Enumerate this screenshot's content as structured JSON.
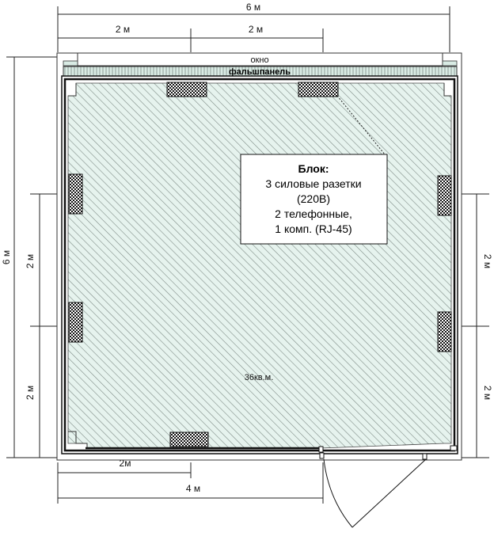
{
  "dimensions": {
    "top_total": "6 м",
    "top_left": "2 м",
    "top_right": "2 м",
    "left_total": "6 м",
    "left_upper": "2 м",
    "left_lower": "2 м",
    "right_upper": "2 м",
    "right_lower": "2 м",
    "bottom_short": "2м",
    "bottom_long": "4 м"
  },
  "labels": {
    "window": "окно",
    "false_panel": "фальшпанель",
    "area": "36кв.м."
  },
  "block": {
    "title": "Блок:",
    "line1": "3 силовые разетки",
    "line2": "(220В)",
    "line3": "2 телефонные,",
    "line4": "1 комп. (RJ-45)"
  },
  "colors": {
    "floor_fill": "#e6f3ee",
    "hatch": "#7f8c87",
    "wall": "#111111",
    "panel_fill": "#d9ebe4"
  }
}
